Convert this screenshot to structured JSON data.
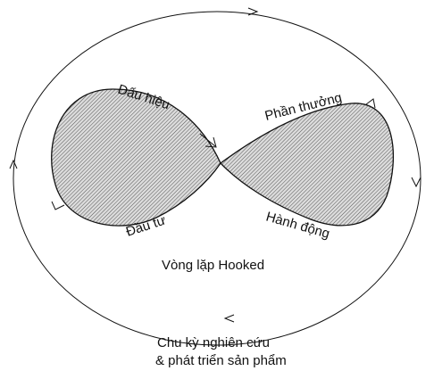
{
  "diagram": {
    "stages": {
      "trigger": "Dấu hiệu",
      "action": "Hành động",
      "reward": "Phần thưởng",
      "investment": "Đầu tư"
    },
    "loop_title": "Vòng lặp Hooked",
    "outer_cycle": {
      "line1": "Chu kỳ nghiên cứu",
      "line2": "& phát triển sản phẩm"
    },
    "colors": {
      "stroke": "#111111",
      "hatch": "#555555",
      "background": "#ffffff"
    }
  }
}
